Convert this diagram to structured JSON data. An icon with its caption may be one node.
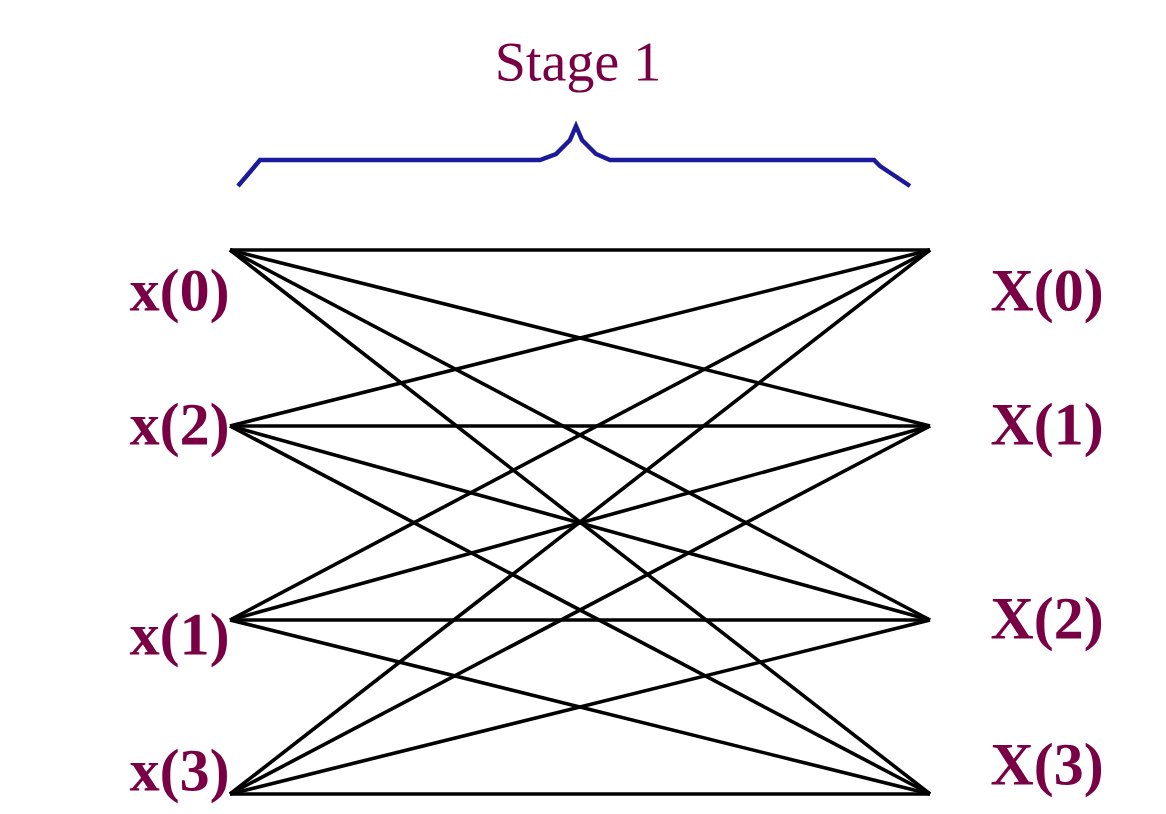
{
  "diagram": {
    "nodes": [
      {
        "text": [
          "x(0)"
        ]
      },
      {
        "text": [
          "x(2)"
        ]
      },
      {
        "text": [
          "x(1)"
        ]
      },
      {
        "text": [
          "x(3)"
        ]
      },
      {
        "text": [
          "X(0)"
        ]
      },
      {
        "text": [
          "X(1)"
        ]
      },
      {
        "text": [
          "X(2)"
        ]
      },
      {
        "text": [
          "X(3)"
        ]
      }
    ],
    "edges": [
      {
        "from": 0,
        "to": 4,
        "arrow": "none"
      },
      {
        "from": 0,
        "to": 5,
        "arrow": "none"
      },
      {
        "from": 0,
        "to": 6,
        "arrow": "none"
      },
      {
        "from": 0,
        "to": 7,
        "arrow": "none"
      },
      {
        "from": 1,
        "to": 4,
        "arrow": "none"
      },
      {
        "from": 1,
        "to": 5,
        "arrow": "none"
      },
      {
        "from": 1,
        "to": 6,
        "arrow": "none"
      },
      {
        "from": 1,
        "to": 7,
        "arrow": "none"
      },
      {
        "from": 2,
        "to": 4,
        "arrow": "none"
      },
      {
        "from": 2,
        "to": 5,
        "arrow": "none"
      },
      {
        "from": 2,
        "to": 6,
        "arrow": "none"
      },
      {
        "from": 2,
        "to": 7,
        "arrow": "none"
      },
      {
        "from": 3,
        "to": 4,
        "arrow": "none"
      },
      {
        "from": 3,
        "to": 5,
        "arrow": "none"
      },
      {
        "from": 3,
        "to": 6,
        "arrow": "none"
      },
      {
        "from": 3,
        "to": 7,
        "arrow": "none"
      }
    ],
    "labels": [
      "Stage 1"
    ]
  }
}
